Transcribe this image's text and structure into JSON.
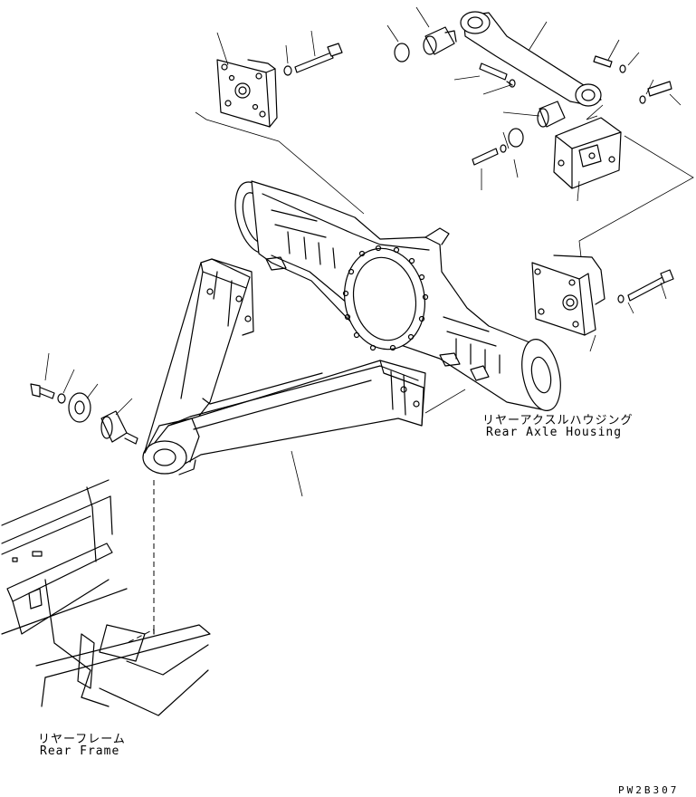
{
  "labels": {
    "rear_axle_housing_jp": "リヤーアクスルハウジング",
    "rear_axle_housing_en": "Rear Axle Housing",
    "rear_frame_jp": "リヤーフレーム",
    "rear_frame_en": "Rear Frame",
    "drawing_code": "PW2B307"
  }
}
